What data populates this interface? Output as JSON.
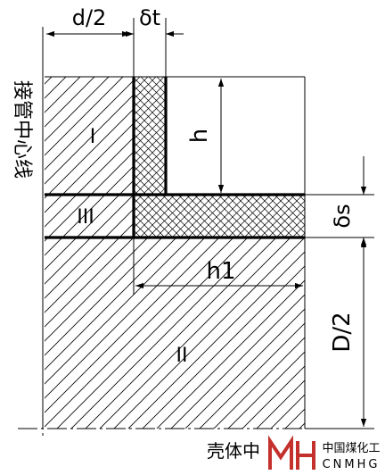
{
  "dimensions": {
    "d_half": "d/2",
    "delta_t": "δt",
    "h": "h",
    "delta_s": "δs",
    "h1": "h1",
    "D_half": "D/2"
  },
  "regions": {
    "region_1": "I",
    "region_2": "II",
    "region_3": "III"
  },
  "axes": {
    "nozzle_centerline": "接管中心线",
    "shell_centerline": "壳体中"
  },
  "watermark": {
    "org_cn": "中国煤化工",
    "org_en": "CNMHG"
  }
}
